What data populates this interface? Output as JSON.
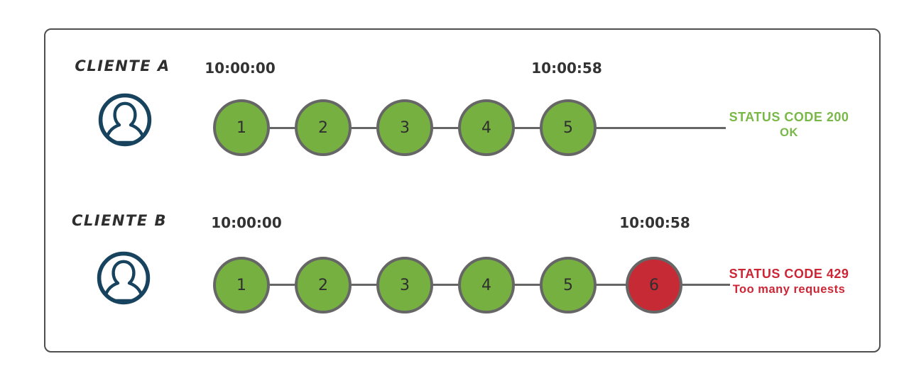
{
  "colors": {
    "ok_green": "#76b041",
    "blocked_red": "#c62a35",
    "status_ok_text": "#79b847",
    "status_blocked_text": "#cc2636",
    "circle_border": "#666666",
    "frame_border": "#4f4f4f",
    "timestamp_text": "#333333",
    "avatar_navy": "#17435e"
  },
  "rows": [
    {
      "client_label": "CLIENTE A",
      "avatar_icon": "person-icon",
      "start_time": "10:00:00",
      "end_time": "10:00:58",
      "requests": [
        {
          "n": "1",
          "state": "ok"
        },
        {
          "n": "2",
          "state": "ok"
        },
        {
          "n": "3",
          "state": "ok"
        },
        {
          "n": "4",
          "state": "ok"
        },
        {
          "n": "5",
          "state": "ok"
        }
      ],
      "status_line1": "STATUS CODE 200",
      "status_line2": "OK"
    },
    {
      "client_label": "CLIENTE B",
      "avatar_icon": "person-icon",
      "start_time": "10:00:00",
      "end_time": "10:00:58",
      "requests": [
        {
          "n": "1",
          "state": "ok"
        },
        {
          "n": "2",
          "state": "ok"
        },
        {
          "n": "3",
          "state": "ok"
        },
        {
          "n": "4",
          "state": "ok"
        },
        {
          "n": "5",
          "state": "ok"
        },
        {
          "n": "6",
          "state": "blocked"
        }
      ],
      "status_line1": "STATUS CODE 429",
      "status_line2": "Too many requests"
    }
  ]
}
